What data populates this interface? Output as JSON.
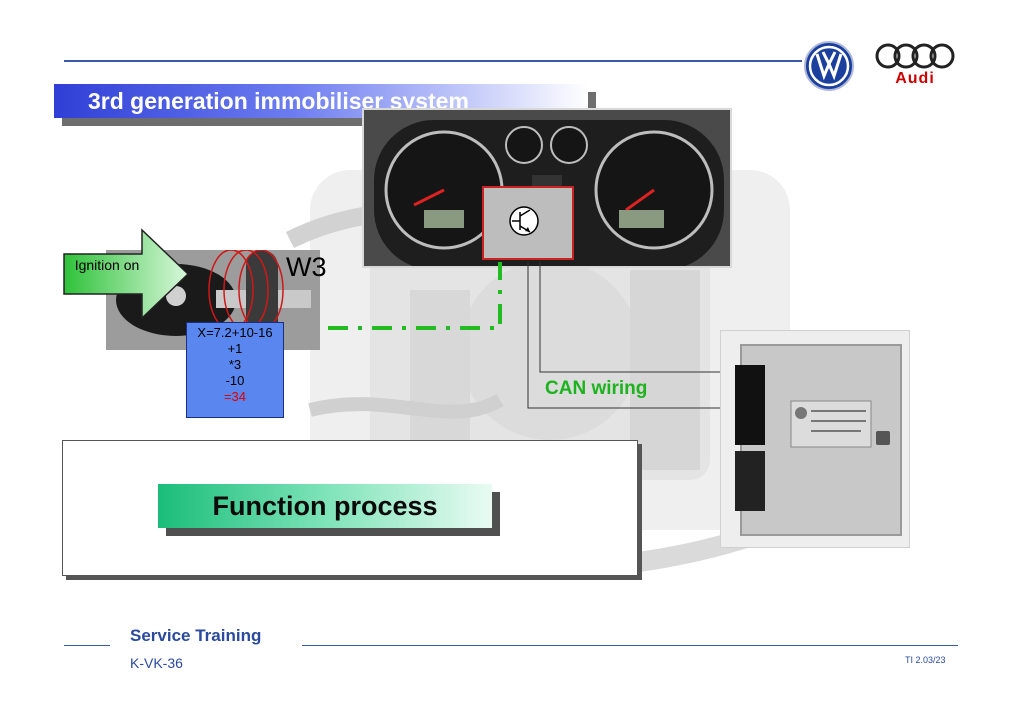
{
  "slide": {
    "title": "3rd generation immobiliser system",
    "ignition_label": "Ignition on",
    "w3_label": "W3",
    "calc_lines": [
      "X=7.2+10-16",
      "+1",
      "*3",
      "-10"
    ],
    "calc_result": "=34",
    "can_label": "CAN wiring",
    "function_button": "Function process"
  },
  "logos": {
    "audi_text": "Audi"
  },
  "footer": {
    "title": "Service Training",
    "code": "K-VK-36",
    "page": "TI 2.03/23"
  },
  "colors": {
    "accent_blue": "#3a5aa8",
    "green_line": "#22bb22",
    "transistor_border": "#cc2222",
    "calc_box": "#5a86f0"
  }
}
